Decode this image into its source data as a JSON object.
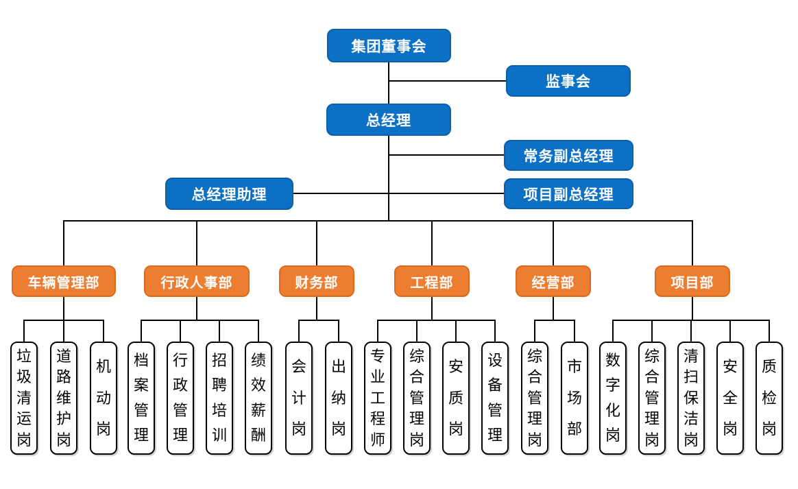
{
  "colors": {
    "node_blue": "#0C70C5",
    "node_blue_border": "#0A5FAB",
    "node_orange": "#ED7D31",
    "node_orange_border": "#D96B20",
    "connector": "#000000",
    "post_background": "#FFFFFF",
    "post_border": "#000000",
    "text_on_color": "#FFFFFF",
    "text_on_white": "#000000"
  },
  "nodes": {
    "board": {
      "label": "集团董事会"
    },
    "supervisory": {
      "label": "监事会"
    },
    "general_manager": {
      "label": "总经理"
    },
    "executive_deputy_gm": {
      "label": "常务副总经理"
    },
    "project_deputy_gm": {
      "label": "项目副总经理"
    },
    "gm_assistant": {
      "label": "总经理助理"
    }
  },
  "departments": [
    {
      "label": "车辆管理部",
      "children": [
        "垃圾清运岗",
        "道路维护岗",
        "机动岗"
      ]
    },
    {
      "label": "行政人事部",
      "children": [
        "档案管理",
        "行政管理",
        "招聘培训",
        "绩效薪酬"
      ]
    },
    {
      "label": "财务部",
      "children": [
        "会计岗",
        "出纳岗"
      ]
    },
    {
      "label": "工程部",
      "children": [
        "专业工程师",
        "综合管理岗",
        "安质岗",
        "设备管理"
      ]
    },
    {
      "label": "经营部",
      "children": [
        "综合管理岗",
        "市场部"
      ]
    },
    {
      "label": "项目部",
      "children": [
        "数字化岗",
        "综合管理岗",
        "清扫保洁岗",
        "安全岗",
        "质检岗"
      ]
    }
  ]
}
